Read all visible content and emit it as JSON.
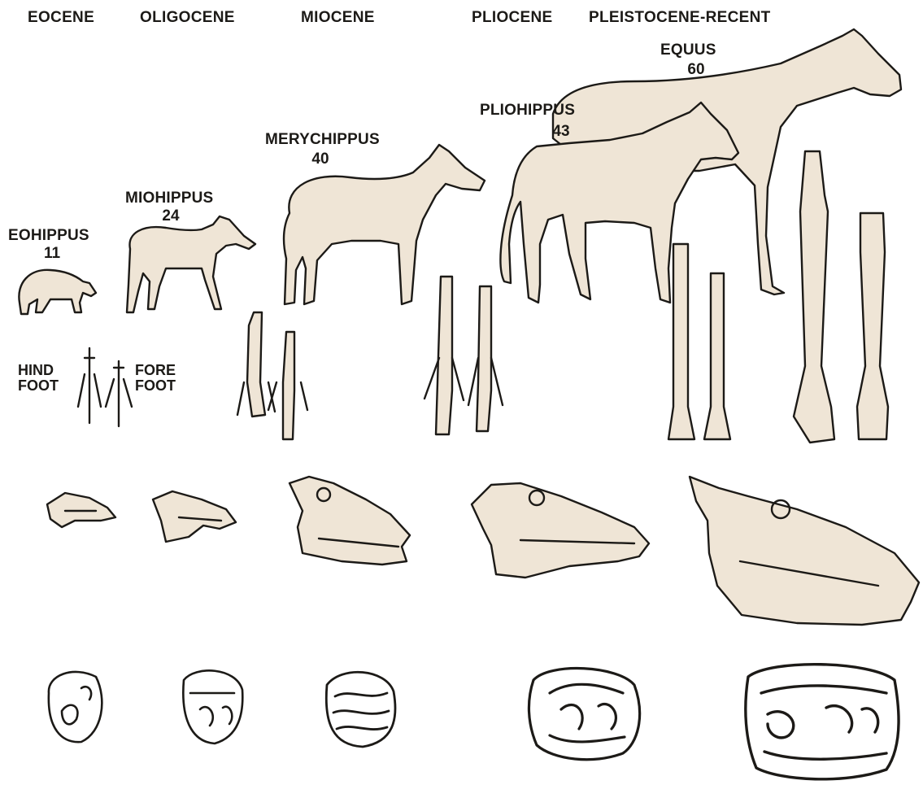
{
  "epochs": [
    "EOCENE",
    "OLIGOCENE",
    "MIOCENE",
    "PLIOCENE",
    "PLEISTOCENE-RECENT"
  ],
  "genera": [
    {
      "name": "EOHIPPUS",
      "height": "11"
    },
    {
      "name": "MIOHIPPUS",
      "height": "24"
    },
    {
      "name": "MERYCHIPPUS",
      "height": "40"
    },
    {
      "name": "PLIOHIPPUS",
      "height": "43"
    },
    {
      "name": "EQUUS",
      "height": "60"
    }
  ],
  "foot_labels": {
    "hind": "HIND\nFOOT",
    "fore": "FORE\nFOOT"
  },
  "colors": {
    "ink": "#1c1a17",
    "body_fill": "#efe5d6",
    "paper": "#ffffff"
  }
}
